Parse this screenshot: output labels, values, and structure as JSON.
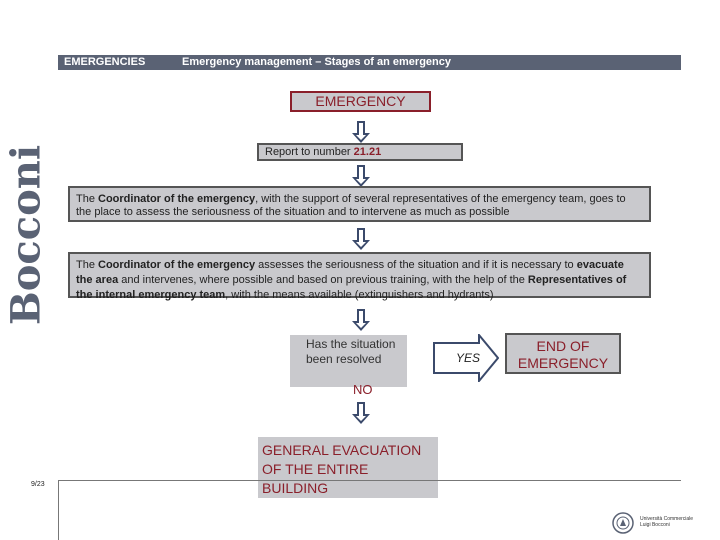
{
  "header": {
    "section": "EMERGENCIES",
    "title": "Emergency management – Stages of an emergency"
  },
  "logo": {
    "text": "Bocconi"
  },
  "nodes": {
    "emergency": "EMERGENCY",
    "report_prefix": "Report to number ",
    "report_number": "21.21",
    "step1": {
      "t1": "The ",
      "b1": "Coordinator of the emergency",
      "t2": ", with the support of several representatives of the emergency team, goes to the place to assess the seriousness of the situation and to intervene as much as possible"
    },
    "step2": {
      "t1": "The ",
      "b1": "Coordinator of the emergency",
      "t2": " assesses the seriousness of the situation and if it is necessary to ",
      "b2": "evacuate the area",
      "t3": " and intervenes, where possible and based on previous training, with the help of the ",
      "b3": "Representatives of the internal emergency team",
      "t4": ", with the means available (extinguishers and hydrants)"
    },
    "decision": "Has the situation been resolved",
    "yes": "YES",
    "no": "NO",
    "end": "END OF EMERGENCY",
    "evacuation": "GENERAL EVACUATION OF THE ENTIRE BUILDING"
  },
  "footer": {
    "page": "9/23",
    "university": "Università Commerciale Luigi Bocconi"
  },
  "colors": {
    "header_bar": "#5a6274",
    "box_fill": "#c9c9cd",
    "accent_red": "#8a1f2a",
    "arrow_blue": "#3b4a6b"
  }
}
